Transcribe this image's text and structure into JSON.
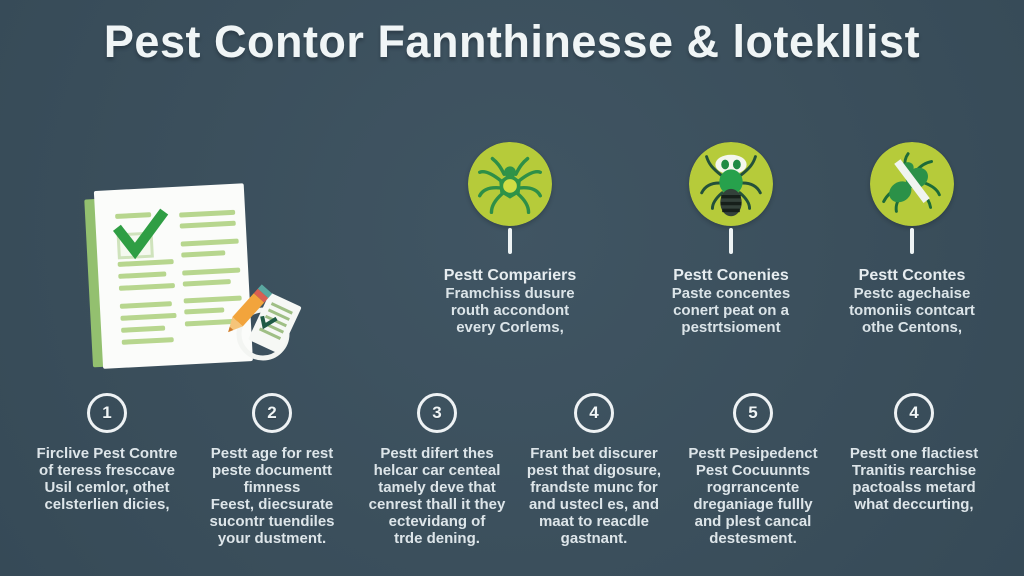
{
  "title": "Pest Contor Fannthinesse & lotekllist",
  "colors": {
    "background": "#3b4f5c",
    "icon_circle_lime": "#b6cb3a",
    "insect_green": "#2e9348",
    "check_green": "#2f9e44",
    "pencil_orange": "#f2a43c",
    "text_light": "#e7edf0"
  },
  "features": [
    {
      "icon": "spider-icon",
      "heading": "Pestt Compariers",
      "lines": [
        "Framchiss dusure",
        "routh accondont",
        "every Corlems,"
      ]
    },
    {
      "icon": "fly-icon",
      "heading": "Pestt Conenies",
      "lines": [
        "Paste concentes",
        "conert peat on a",
        "pestrtsioment"
      ]
    },
    {
      "icon": "crossed-bug-icon",
      "heading": "Pestt Ccontes",
      "lines": [
        "Pestc agechaise",
        "tomoniis contcart",
        "othe Centons,"
      ]
    }
  ],
  "steps": [
    {
      "number": "1",
      "lines": [
        "Firclive Pest Contre",
        "of teress fresccave",
        "Usil cemlor, othet",
        "celsterlien dicies,"
      ]
    },
    {
      "number": "2",
      "lines": [
        "Pestt age for rest",
        "peste documentt",
        "fimness",
        "Feest, diecsurate",
        "sucontr tuendiles",
        "your dustment."
      ]
    },
    {
      "number": "3",
      "lines": [
        "Pestt difert thes",
        "helcar car centeal",
        "tamely deve that",
        "cenrest thall it they",
        "ectevidang of",
        "trde dening."
      ]
    },
    {
      "number": "4",
      "lines": [
        "Frant bet discurer",
        "pest that digosure,",
        "frandste munc for",
        "and ustecl es, and",
        "maat to reacdle",
        "gastnant."
      ]
    },
    {
      "number": "5",
      "lines": [
        "Pestt Pesipedenct",
        "Pest Cocuunnts",
        "rogrrancente",
        "dreganiage fullly",
        "and plest cancal",
        "destesment."
      ]
    },
    {
      "number": "4",
      "lines": [
        "Pestt one flactiest",
        "Tranitis rearchise",
        "pactoalss metard",
        "what deccurting,"
      ]
    }
  ]
}
